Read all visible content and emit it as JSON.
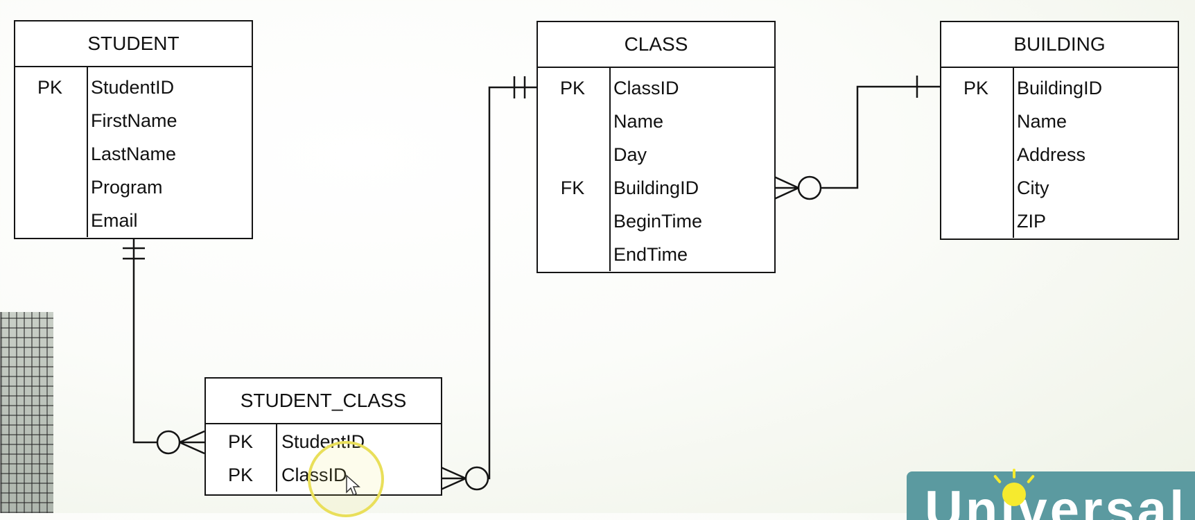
{
  "entities": {
    "student": {
      "title": "STUDENT",
      "rows": [
        {
          "key": "PK",
          "field": "StudentID"
        },
        {
          "key": "",
          "field": "FirstName"
        },
        {
          "key": "",
          "field": "LastName"
        },
        {
          "key": "",
          "field": "Program"
        },
        {
          "key": "",
          "field": "Email"
        }
      ]
    },
    "class": {
      "title": "CLASS",
      "rows": [
        {
          "key": "PK",
          "field": "ClassID"
        },
        {
          "key": "",
          "field": "Name"
        },
        {
          "key": "",
          "field": "Day"
        },
        {
          "key": "FK",
          "field": "BuildingID"
        },
        {
          "key": "",
          "field": "BeginTime"
        },
        {
          "key": "",
          "field": "EndTime"
        }
      ]
    },
    "building": {
      "title": "BUILDING",
      "rows": [
        {
          "key": "PK",
          "field": "BuildingID"
        },
        {
          "key": "",
          "field": "Name"
        },
        {
          "key": "",
          "field": "Address"
        },
        {
          "key": "",
          "field": "City"
        },
        {
          "key": "",
          "field": "ZIP"
        }
      ]
    },
    "student_class": {
      "title": "STUDENT_CLASS",
      "rows": [
        {
          "key": "PK",
          "field": "StudentID"
        },
        {
          "key": "PK",
          "field": "ClassID"
        }
      ]
    }
  },
  "relationships": [
    {
      "from": "STUDENT",
      "to": "STUDENT_CLASS",
      "from_cardinality": "one-and-only-one",
      "to_cardinality": "zero-or-many"
    },
    {
      "from": "CLASS",
      "to": "STUDENT_CLASS",
      "from_cardinality": "one-and-only-one",
      "to_cardinality": "zero-or-many"
    },
    {
      "from": "BUILDING",
      "to": "CLASS",
      "from_cardinality": "one",
      "to_cardinality": "zero-or-many"
    }
  ],
  "logo": {
    "text": "Universal"
  },
  "colors": {
    "line": "#141414",
    "highlight": "#e9df5a",
    "logo_bg": "#5b9aa0",
    "bulb": "#f6ea2e"
  }
}
